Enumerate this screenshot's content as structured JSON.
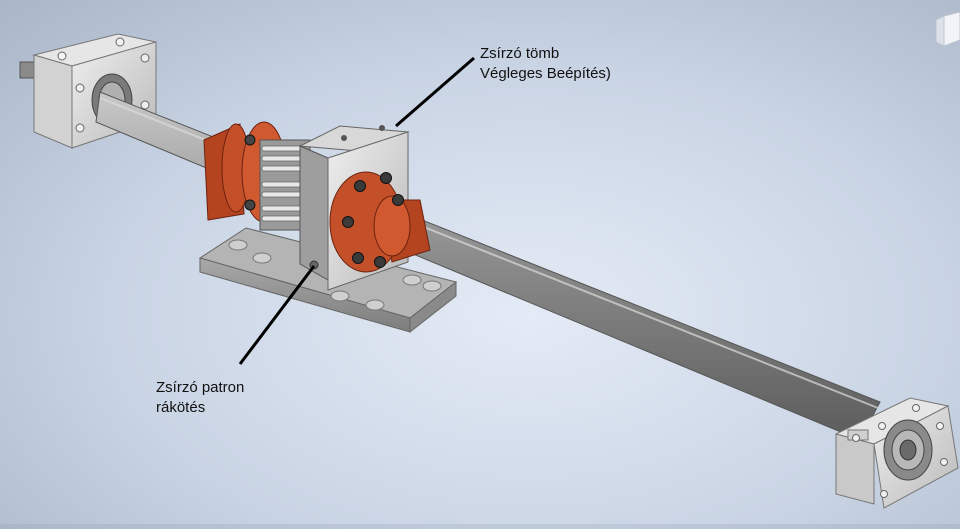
{
  "annotations": {
    "grease_block": {
      "line1": "Zsírzó tömb",
      "line2": "Végleges Beépítés)"
    },
    "grease_cartridge": {
      "line1": "Zsírzó patron",
      "line2": "rákötés"
    }
  },
  "colors": {
    "background": "#d7e0ee",
    "steel": "#9a9a9a",
    "coupling": "#c4502a",
    "housing": "#d8d8d8"
  },
  "icons": {
    "view_cube": "view-cube-icon"
  }
}
